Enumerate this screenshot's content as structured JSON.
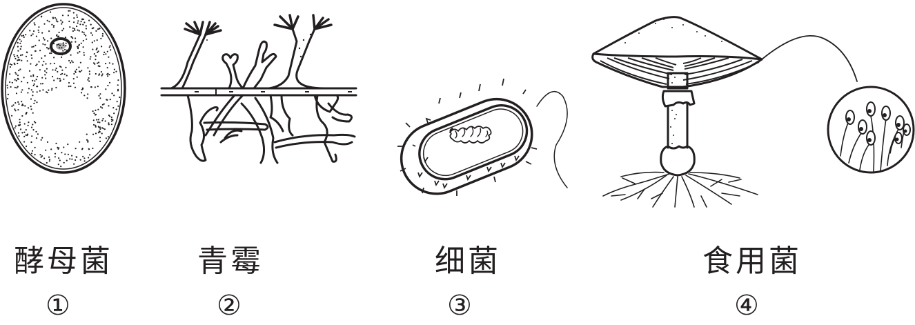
{
  "figure": {
    "panels": [
      {
        "id": 1,
        "name": "酵母菌",
        "number": "①",
        "subject": "yeast"
      },
      {
        "id": 2,
        "name": "青霉",
        "number": "②",
        "subject": "penicillium"
      },
      {
        "id": 3,
        "name": "细菌",
        "number": "③",
        "subject": "bacterium"
      },
      {
        "id": 4,
        "name": "食用菌",
        "number": "④",
        "subject": "edible-mushroom"
      }
    ],
    "colors": {
      "ink": "#231f20",
      "background": "#ffffff"
    }
  }
}
